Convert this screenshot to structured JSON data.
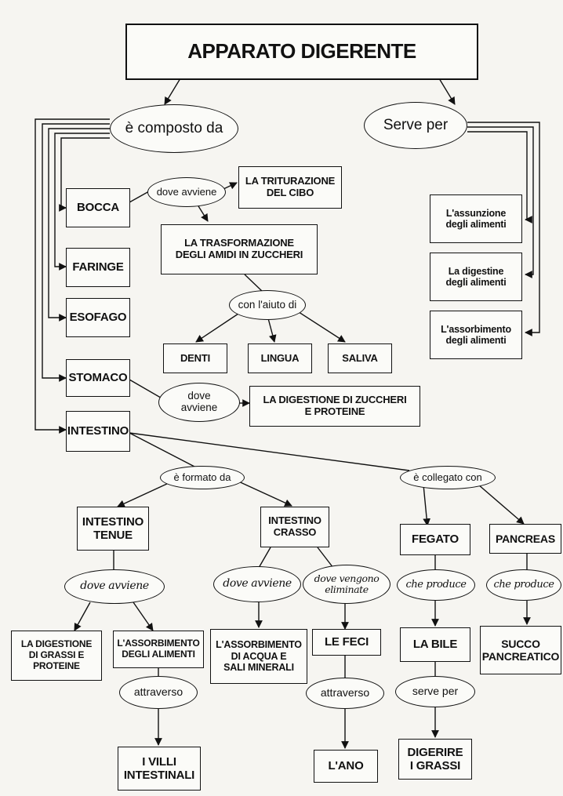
{
  "title": "APPARATO DIGERENTE",
  "left_branch": {
    "link": "è composto da",
    "organs": {
      "bocca": "BOCCA",
      "faringe": "FARINGE",
      "esofago": "ESOFAGO",
      "stomaco": "STOMACO",
      "intestino": "INTESTINO"
    }
  },
  "right_branch": {
    "link": "Serve per",
    "items": [
      "L'assunzione\ndegli alimenti",
      "La digestine\ndegli alimenti",
      "L'assorbimento\ndegli alimenti"
    ]
  },
  "bocca": {
    "link": "dove avviene",
    "triturazione": "LA TRITURAZIONE\nDEL CIBO",
    "trasformazione": "LA TRASFORMAZIONE\nDEGLI AMIDI IN ZUCCHERI",
    "aiuto_link": "con l'aiuto di",
    "aiuti": [
      "DENTI",
      "LINGUA",
      "SALIVA"
    ]
  },
  "stomaco": {
    "link": "dove\navviene",
    "result": "LA DIGESTIONE DI ZUCCHERI\nE PROTEINE"
  },
  "intestino": {
    "formato_link": "è formato da",
    "collegato_link": "è collegato con",
    "tenue": {
      "label": "INTESTINO\nTENUE",
      "link": "dove avviene",
      "results": [
        "LA DIGESTIONE\nDI GRASSI E\nPROTEINE",
        "L'ASSORBIMENTO\nDEGLI ALIMENTI"
      ],
      "via_link": "attraverso",
      "via": "I VILLI\nINTESTINALI"
    },
    "crasso": {
      "label": "INTESTINO\nCRASSO",
      "link_avviene": "dove avviene",
      "result_avviene": "L'ASSORBIMENTO\nDI ACQUA E\nSALI MINERALI",
      "link_vengono": "dove vengono\neliminate",
      "result_vengono": "LE FECI",
      "via_link": "attraverso",
      "via": "L'ANO"
    },
    "fegato": {
      "label": "FEGATO",
      "link": "che produce",
      "product": "LA BILE",
      "serve_link": "serve per",
      "purpose": "DIGERIRE\nI GRASSI"
    },
    "pancreas": {
      "label": "PANCREAS",
      "link": "che produce",
      "product": "SUCCO\nPANCREATICO"
    }
  }
}
